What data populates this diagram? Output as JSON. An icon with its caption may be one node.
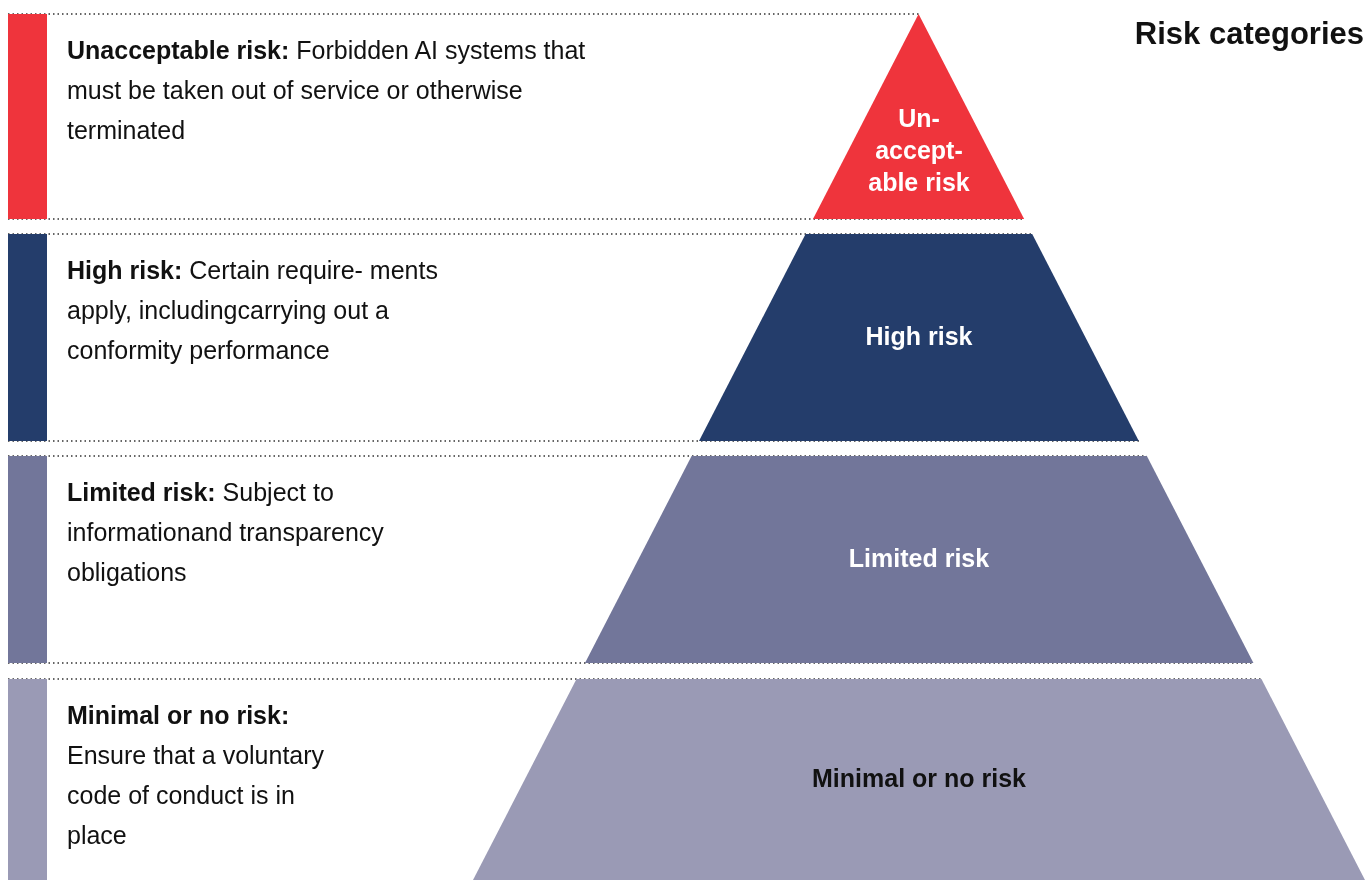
{
  "diagram": {
    "title": "Risk categories",
    "nodes": [
      {
        "text": [
          "Un- accept- able risk"
        ]
      },
      {
        "text": [
          "High risk"
        ]
      },
      {
        "text": [
          "Limited risk"
        ]
      },
      {
        "text": [
          "Minimal or no risk"
        ]
      }
    ],
    "labels": [
      "**Unacceptable risk:** Forbidden AI systems that must be taken out of service or otherwise terminated",
      "**High risk:** Certain require- ments apply, includingcarrying out a conformity performance",
      "**Limited risk:** Subject to informationand transparency obligations",
      "**Minimal or no risk:** Ensure that a voluntary code of conduct is in place"
    ]
  }
}
